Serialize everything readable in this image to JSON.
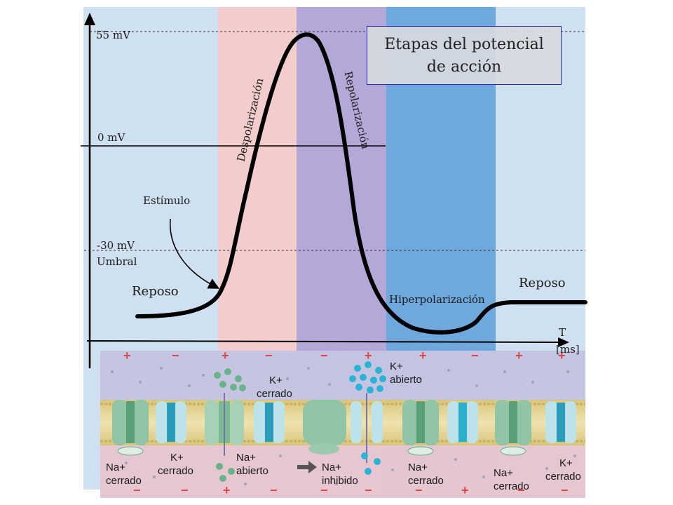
{
  "title": "Etapas del potencial\nde acción",
  "title_line1": "Etapas del potencial",
  "title_line2": "de acción",
  "axis": {
    "y_top": "55 mV",
    "y_zero": "0 mV",
    "y_threshold": "-30 mV",
    "threshold_label": "Umbral",
    "x_label_line1": "T",
    "x_label_line2": "[ms]"
  },
  "phases": {
    "stimulus": "Estímulo",
    "rest_left": "Reposo",
    "depolarization": "Despolarización",
    "repolarization": "Repolarización",
    "hyperpolarization": "Hiperpolarización",
    "rest_right": "Reposo"
  },
  "channels": {
    "k_closed_top": [
      "K+",
      "cerrado"
    ],
    "k_open_top": [
      "K+",
      "abierto"
    ],
    "na_closed_1": [
      "Na+",
      "cerrado"
    ],
    "k_closed_1": [
      "K+",
      "cerrado"
    ],
    "na_open": [
      "Na+",
      "abierto"
    ],
    "na_inhibited": [
      "Na+",
      "inhibido"
    ],
    "na_closed_2": [
      "Na+",
      "cerrado"
    ],
    "na_closed_3": [
      "Na+",
      "cerrado"
    ],
    "k_closed_2": [
      "K+",
      "cerrado"
    ]
  },
  "colors": {
    "rest": "#cfe0f1",
    "depolarization": "#f3cccc",
    "repolarization": "#b3a8d8",
    "hyperpolarization": "#6fa8dc",
    "membrane": "#e8d79a",
    "na_channel": "#8fc4a4",
    "k_channel": "#3cb8d0"
  }
}
